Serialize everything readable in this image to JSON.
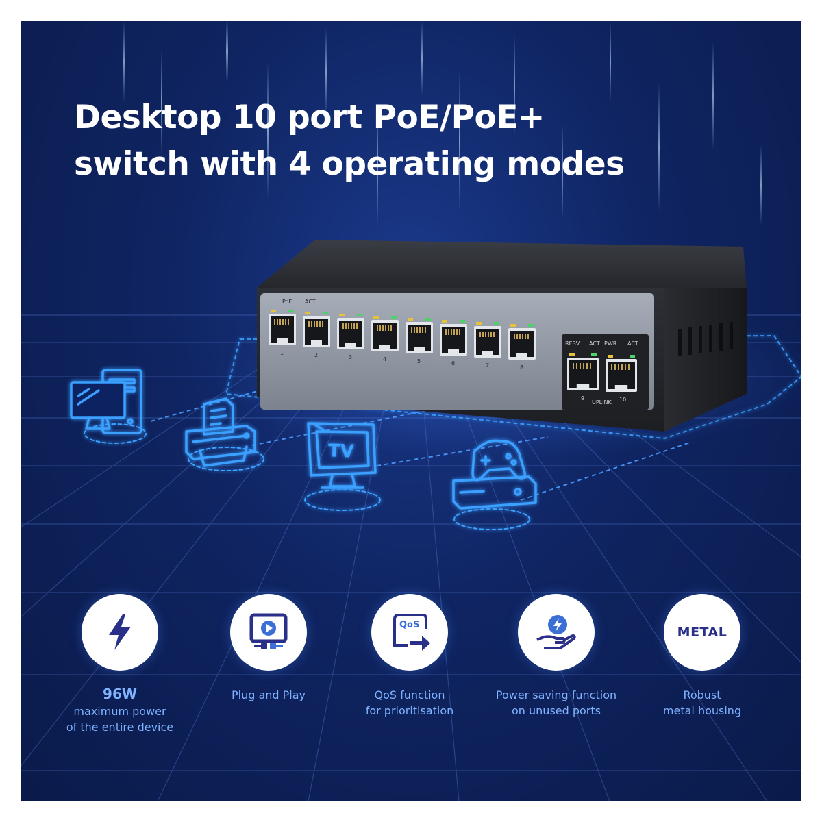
{
  "headline": {
    "line1": "Desktop 10 port PoE/PoE+",
    "line2": "switch with 4 operating modes"
  },
  "switch": {
    "port_numbers": [
      "1",
      "2",
      "3",
      "4",
      "5",
      "6",
      "7",
      "8"
    ],
    "uplink_numbers": [
      "9",
      "10"
    ],
    "labels": {
      "poe": "PoE",
      "act": "ACT",
      "resv": "RESV",
      "pwr": "PWR",
      "uplink": "UPLINK"
    }
  },
  "devices": [
    {
      "name": "computer",
      "icon": "computer-icon"
    },
    {
      "name": "printer",
      "icon": "printer-icon"
    },
    {
      "name": "tv",
      "icon": "tv-icon",
      "label": "TV"
    },
    {
      "name": "game-console",
      "icon": "game-console-icon"
    }
  ],
  "features": [
    {
      "icon": "lightning-bolt-icon",
      "value": "96W",
      "text_lines": [
        "maximum power",
        "of the entire device"
      ]
    },
    {
      "icon": "plug-and-play-icon",
      "text_lines": [
        "Plug and Play"
      ]
    },
    {
      "icon": "qos-icon",
      "icon_label": "QoS",
      "text_lines": [
        "QoS function",
        "for prioritisation"
      ]
    },
    {
      "icon": "hand-power-icon",
      "text_lines": [
        "Power saving function",
        "on unused ports"
      ]
    },
    {
      "icon": "metal-icon",
      "icon_label": "METAL",
      "text_lines": [
        "Robust",
        "metal housing"
      ]
    }
  ],
  "colors": {
    "background": "#0f2461",
    "neon": "#3aa0ff",
    "feature_text": "#7fb2ff",
    "circle": "#ffffff",
    "icon_accent": "#2a2f8a"
  }
}
